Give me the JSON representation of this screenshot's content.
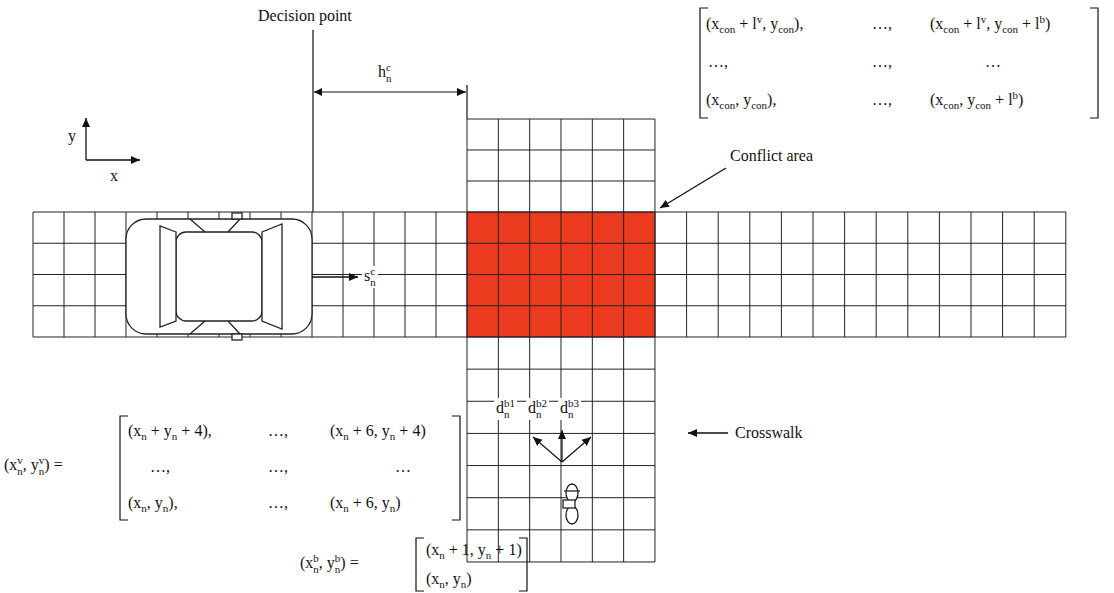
{
  "diagram": {
    "labels": [
      "Decision point",
      "h",
      "c",
      "n",
      "y",
      "x",
      "(x",
      "con",
      " + l",
      "v",
      ", y",
      "con",
      "),",
      "…,",
      "(x",
      "con",
      " + l",
      "v",
      ", y",
      "con",
      " + l",
      "b",
      ")",
      "…,",
      "…,",
      "…",
      "(x",
      "con",
      ", y",
      "con",
      "),",
      "…,",
      "(x",
      "con",
      ", y",
      "con",
      " + l",
      "b",
      ")",
      "Conflict area",
      "Crosswalk",
      "s",
      "c",
      "n",
      "d",
      "b1",
      "n",
      "d",
      "b2",
      "n",
      "d",
      "b3",
      "n",
      "(x",
      "v",
      "n",
      ", y",
      "v",
      "n",
      ") =",
      "(x",
      "n",
      " + y",
      "n",
      " + 4),",
      "…,",
      "(x",
      "n",
      " + 6, y",
      "n",
      " + 4)",
      "…,",
      "…,",
      "…",
      "(x",
      "n",
      ", y",
      "n",
      "),",
      "…,",
      "(x",
      "n",
      " + 6, y",
      "n",
      ")",
      "(x",
      "b",
      "n",
      ", y",
      "b",
      "n",
      ") =",
      "(x",
      "n",
      " + 1, y",
      "n",
      " + 1)",
      "(x",
      "n",
      ", y",
      "n",
      ")"
    ]
  }
}
